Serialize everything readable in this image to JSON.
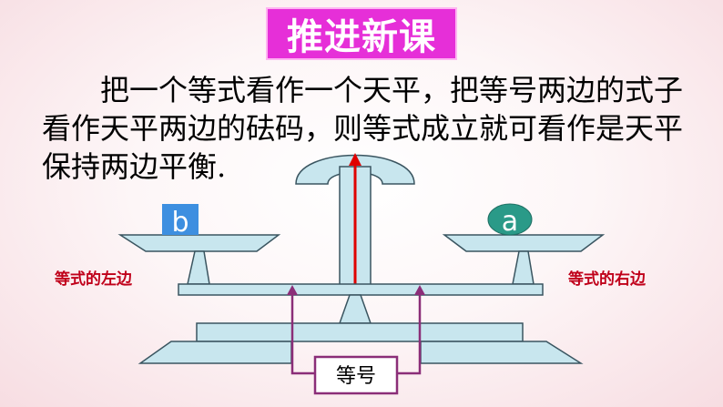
{
  "title": "推进新课",
  "paragraph": {
    "line1": "把一个等式看作一个天平，把等号两边的式子",
    "line2": "看作天平两边的砝码，则等式成立就可看作是天平",
    "line3": "保持两边平衡."
  },
  "labels": {
    "left_side": "等式的左边",
    "right_side": "等式的右边",
    "equal_sign": "等号"
  },
  "weights": {
    "left": "b",
    "right": "a"
  },
  "colors": {
    "title_bg": "#e62fd8",
    "scale_fill": "#c8e6ee",
    "scale_stroke": "#3a5560",
    "label_red": "#c0001a",
    "pointer_red": "#e00000",
    "bracket_purple": "#8b2e78",
    "weight_b": "#3d8fe0",
    "weight_a": "#2a9a88"
  }
}
